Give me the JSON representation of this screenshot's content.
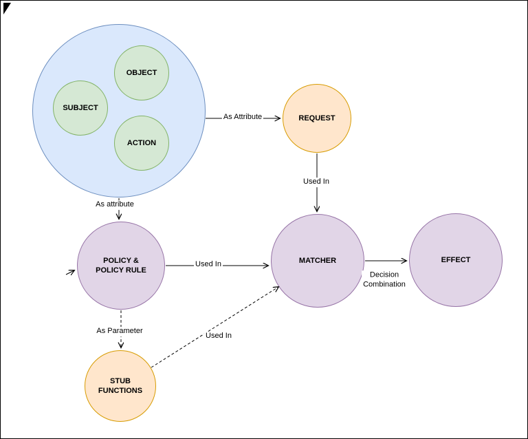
{
  "diagram": {
    "nodes": {
      "object": {
        "label": "OBJECT"
      },
      "subject": {
        "label": "SUBJECT"
      },
      "action": {
        "label": "ACTION"
      },
      "request": {
        "label": "REQUEST"
      },
      "policy": {
        "label_line1": "POLICY &",
        "label_line2": "POLICY RULE"
      },
      "matcher": {
        "label": "MATCHER"
      },
      "effect": {
        "label": "EFFECT"
      },
      "stub_functions": {
        "label_line1": "STUB",
        "label_line2": "FUNCTIONS"
      }
    },
    "edges": {
      "group_to_request": {
        "label": "As Attribute"
      },
      "group_to_policy": {
        "label": "As attribute"
      },
      "request_to_matcher": {
        "label": "Used In"
      },
      "policy_to_matcher": {
        "label": "Used In"
      },
      "matcher_to_effect": {
        "label_line1": "Decision",
        "label_line2": "Combination"
      },
      "policy_to_stub": {
        "label": "As Parameter"
      },
      "stub_to_matcher": {
        "label": "Used In"
      }
    },
    "colors": {
      "group_fill": "#dae8fc",
      "group_stroke": "#6c8ebf",
      "attribute_fill": "#d5e8d4",
      "attribute_stroke": "#82b366",
      "orange_fill": "#ffe6cc",
      "orange_stroke": "#d79b00",
      "purple_fill": "#e1d5e7",
      "purple_stroke": "#9673a6",
      "edge_color": "#000000",
      "background": "#ffffff",
      "border": "#000000"
    }
  }
}
